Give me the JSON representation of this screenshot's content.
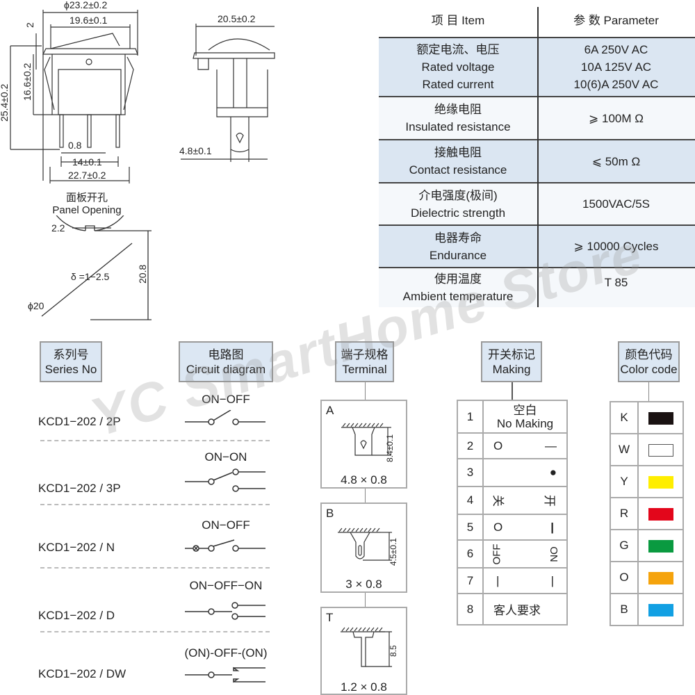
{
  "drawing_front": {
    "dims": {
      "outer_dia": "ϕ23.2±0.2",
      "rocker_width": "19.6±0.1",
      "flange": "2",
      "total_height": "25.4±0.2",
      "body_height": "16.6±0.2",
      "pin_width": "0.8",
      "pin_pitch": "14±0.1",
      "body_width": "22.7±0.2"
    }
  },
  "drawing_side": {
    "dims": {
      "width": "20.5±0.2",
      "terminal_width": "4.8±0.1"
    }
  },
  "panel_opening": {
    "title_cn": "面板开孔",
    "title_en": "Panel Opening",
    "notch": "2.2",
    "thickness": "δ =1−2.5",
    "height": "20.8",
    "diameter": "ϕ20"
  },
  "spec_table": {
    "header": {
      "item": "项 目   Item",
      "param": "参 数   Parameter"
    },
    "rows": [
      {
        "item_cn": "额定电流、电压",
        "item_en": [
          "Rated voltage",
          "Rated current"
        ],
        "values": [
          "6A  250V AC",
          "10A 125V AC",
          "10(6)A  250V AC"
        ]
      },
      {
        "item_cn": "绝缘电阻",
        "item_en": [
          "Insulated resistance"
        ],
        "values": [
          "⩾ 100M Ω"
        ]
      },
      {
        "item_cn": "接触电阻",
        "item_en": [
          "Contact resistance"
        ],
        "values": [
          "⩽ 50m Ω"
        ]
      },
      {
        "item_cn": "介电强度(极间)",
        "item_en": [
          "Dielectric strength"
        ],
        "values": [
          "1500VAC/5S"
        ]
      },
      {
        "item_cn": "电器寿命",
        "item_en": [
          "Endurance"
        ],
        "values": [
          "⩾ 10000 Cycles"
        ]
      },
      {
        "item_cn": "使用温度",
        "item_en": [
          "Ambient temperature"
        ],
        "values": [
          "T 85"
        ]
      }
    ]
  },
  "headers": {
    "series": {
      "cn": "系列号",
      "en": "Series No"
    },
    "circuit": {
      "cn": "电路图",
      "en": "Circuit diagram"
    },
    "terminal": {
      "cn": "端子规格",
      "en": "Terminal"
    },
    "making": {
      "cn": "开关标记",
      "en": "Making"
    },
    "color": {
      "cn": "颜色代码",
      "en": "Color code"
    }
  },
  "series": [
    {
      "model": "KCD1−202 / 2P",
      "mode": "ON−OFF"
    },
    {
      "model": "KCD1−202 / 3P",
      "mode": "ON−ON"
    },
    {
      "model": "KCD1−202 / N",
      "mode": "ON−OFF"
    },
    {
      "model": "KCD1−202 / D",
      "mode": "ON−OFF−ON"
    },
    {
      "model": "KCD1−202 / DW",
      "mode": "(ON)-OFF-(ON)"
    }
  ],
  "terminals": [
    {
      "label": "A",
      "length": "8.4±0.1",
      "size": "4.8 × 0.8"
    },
    {
      "label": "B",
      "length": "4.5±0.1",
      "size": "3 × 0.8"
    },
    {
      "label": "T",
      "length": "8.5",
      "size": "1.2 × 0.8"
    }
  ],
  "making": [
    {
      "n": "1",
      "left": "空白",
      "right": "No Making"
    },
    {
      "n": "2",
      "left": "O",
      "right": "—"
    },
    {
      "n": "3",
      "left": "",
      "right": "●"
    },
    {
      "n": "4",
      "left": "关",
      "right": "开"
    },
    {
      "n": "5",
      "left": "O",
      "right": "|"
    },
    {
      "n": "6",
      "left": "OFF",
      "right": "ON"
    },
    {
      "n": "7",
      "left": "|",
      "right": "|"
    },
    {
      "n": "8",
      "left": "客人要求",
      "right": ""
    }
  ],
  "colors": [
    {
      "code": "K",
      "hex": "#1a1212"
    },
    {
      "code": "W",
      "hex": "#ffffff"
    },
    {
      "code": "Y",
      "hex": "#ffee00"
    },
    {
      "code": "R",
      "hex": "#e3061b"
    },
    {
      "code": "G",
      "hex": "#0a9a40"
    },
    {
      "code": "O",
      "hex": "#f5a30c"
    },
    {
      "code": "B",
      "hex": "#12a0e3"
    }
  ],
  "watermark": "YC SmartHome Store"
}
